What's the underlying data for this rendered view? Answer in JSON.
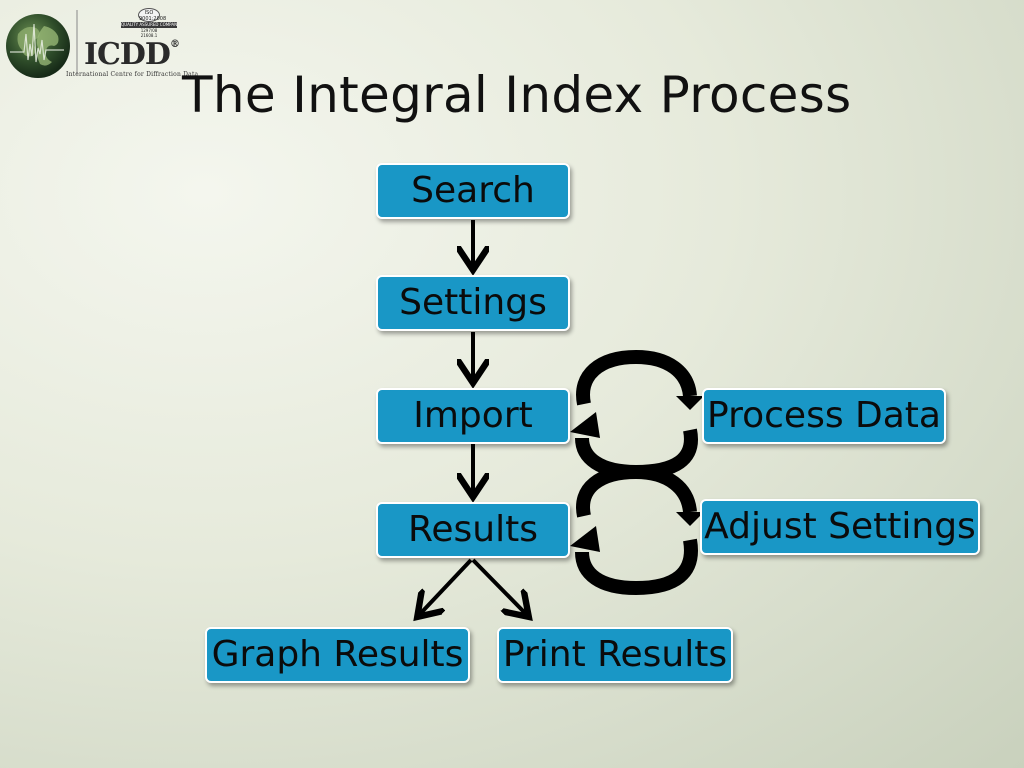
{
  "slide": {
    "title": "The Integral Index Process"
  },
  "logo": {
    "name": "ICDD",
    "registered": "®",
    "subtitle": "International Centre for Diffraction Data",
    "iso_line1": "ISO",
    "iso_line2": "9001:2008",
    "iso_banner": "QUALITY ASSURED COMPANY",
    "iso_line3": "1297/08",
    "iso_line4": "21608.1"
  },
  "diagram": {
    "nodes": {
      "search": "Search",
      "settings": "Settings",
      "import": "Import",
      "results": "Results",
      "process_data": "Process Data",
      "adjust_settings": "Adjust Settings",
      "graph_results": "Graph Results",
      "print_results": "Print Results"
    },
    "colors": {
      "box_fill": "#1997c6",
      "box_border": "#ffffff",
      "arrow": "#000000",
      "text": "#0b0b0b"
    }
  }
}
